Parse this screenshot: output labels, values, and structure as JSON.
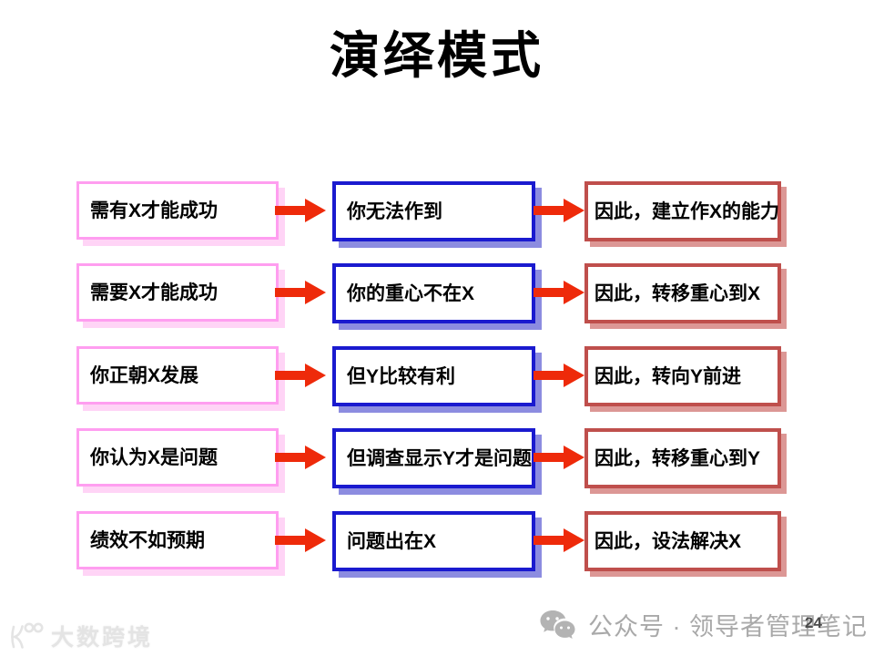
{
  "slide": {
    "title": "演绎模式",
    "page_number": "24"
  },
  "colors": {
    "arrow": "#ee2a0a",
    "pink_border": "#ff9ef0",
    "pink_shadow": "#ffd4f6",
    "blue_border": "#1a1acf",
    "blue_shadow": "#8c8ce0",
    "red_border": "#bf4f4c",
    "red_shadow": "#dc9795"
  },
  "rows": [
    {
      "premise": "需有X才能成功",
      "obstacle": "你无法作到",
      "conclusion": "因此，建立作X的能力"
    },
    {
      "premise": "需要X才能成功",
      "obstacle": "你的重心不在X",
      "conclusion": "因此，转移重心到X"
    },
    {
      "premise": "你正朝X发展",
      "obstacle": "但Y比较有利",
      "conclusion": "因此，转向Y前进"
    },
    {
      "premise": "你认为X是问题",
      "obstacle": "但调查显示Y才是问题",
      "conclusion": "因此，转移重心到Y"
    },
    {
      "premise": "绩效不如预期",
      "obstacle": "问题出在X",
      "conclusion": "因此，设法解决X"
    }
  ],
  "footer": {
    "left_watermark": "大数跨境",
    "right_watermark": "公众号 · 领导者管理笔记"
  }
}
